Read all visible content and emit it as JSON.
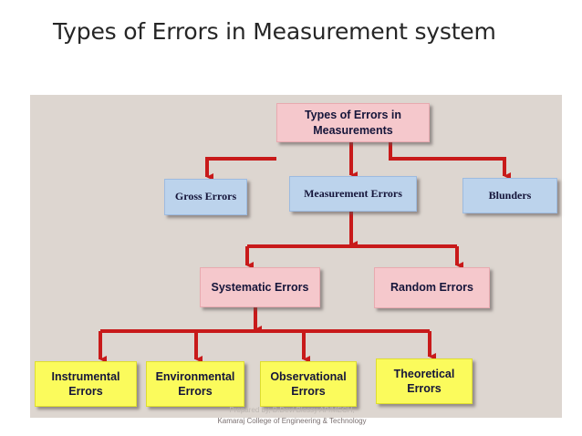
{
  "slide": {
    "title": "Types of Errors in Measurement system"
  },
  "diagram": {
    "root": "Types of Errors in Measurements",
    "level1": [
      "Gross Errors",
      "Measurement Errors",
      "Blunders"
    ],
    "level2": [
      "Systematic Errors",
      "Random Errors"
    ],
    "level3": [
      "Instrumental Errors",
      "Environmental Errors",
      "Observational Errors",
      "Theoretical Errors"
    ]
  },
  "footer": {
    "line1": "Prepared by, B.Devi Blessy AP/MECH,",
    "line2": "Kamaraj College of Engineering & Technology"
  },
  "colors": {
    "connector": "#c81a1a",
    "root_box": "#f5c8cc",
    "level1_box": "#bcd3ec",
    "level2_box": "#f5c8cc",
    "level3_box": "#fbfb5c",
    "panel": "#ddd6d0"
  }
}
